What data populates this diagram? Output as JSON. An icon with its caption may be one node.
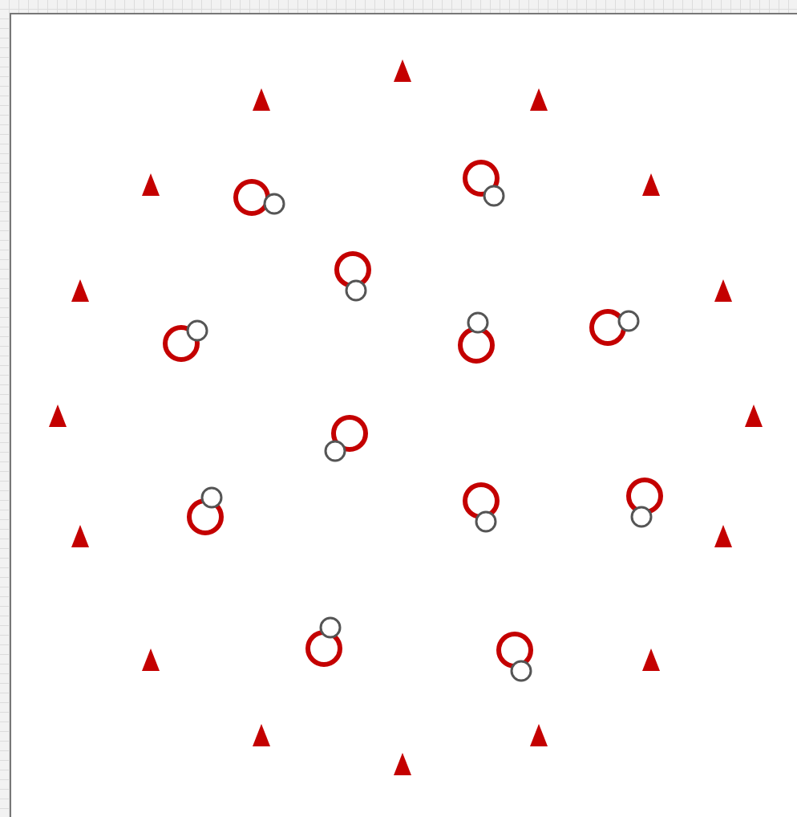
{
  "diagram": {
    "nodes": [
      {
        "text": [],
        "shape": "triangle"
      },
      {
        "text": [],
        "shape": "triangle"
      },
      {
        "text": [],
        "shape": "triangle"
      },
      {
        "text": [],
        "shape": "triangle"
      },
      {
        "text": [],
        "shape": "triangle"
      },
      {
        "text": [],
        "shape": "triangle"
      },
      {
        "text": [],
        "shape": "triangle"
      },
      {
        "text": [],
        "shape": "triangle"
      },
      {
        "text": [],
        "shape": "triangle"
      },
      {
        "text": [],
        "shape": "triangle"
      },
      {
        "text": [],
        "shape": "triangle"
      },
      {
        "text": [],
        "shape": "triangle"
      },
      {
        "text": [],
        "shape": "triangle"
      },
      {
        "text": [],
        "shape": "triangle"
      },
      {
        "text": [],
        "shape": "triangle"
      },
      {
        "text": [],
        "shape": "triangle"
      },
      {
        "text": [],
        "shape": "ring"
      },
      {
        "text": [],
        "shape": "ring"
      },
      {
        "text": [],
        "shape": "ring"
      },
      {
        "text": [],
        "shape": "ring"
      },
      {
        "text": [],
        "shape": "ring"
      },
      {
        "text": [],
        "shape": "ring"
      },
      {
        "text": [],
        "shape": "ring"
      },
      {
        "text": [],
        "shape": "ring"
      },
      {
        "text": [],
        "shape": "ring"
      },
      {
        "text": [],
        "shape": "ring"
      },
      {
        "text": [],
        "shape": "ring"
      },
      {
        "text": [],
        "shape": "ring"
      },
      {
        "text": [],
        "shape": "circle"
      },
      {
        "text": [],
        "shape": "circle"
      },
      {
        "text": [],
        "shape": "circle"
      },
      {
        "text": [],
        "shape": "circle"
      },
      {
        "text": [],
        "shape": "circle"
      },
      {
        "text": [],
        "shape": "circle"
      },
      {
        "text": [],
        "shape": "circle"
      },
      {
        "text": [],
        "shape": "circle"
      },
      {
        "text": [],
        "shape": "circle"
      },
      {
        "text": [],
        "shape": "circle"
      },
      {
        "text": [],
        "shape": "circle"
      },
      {
        "text": [],
        "shape": "circle"
      }
    ]
  }
}
